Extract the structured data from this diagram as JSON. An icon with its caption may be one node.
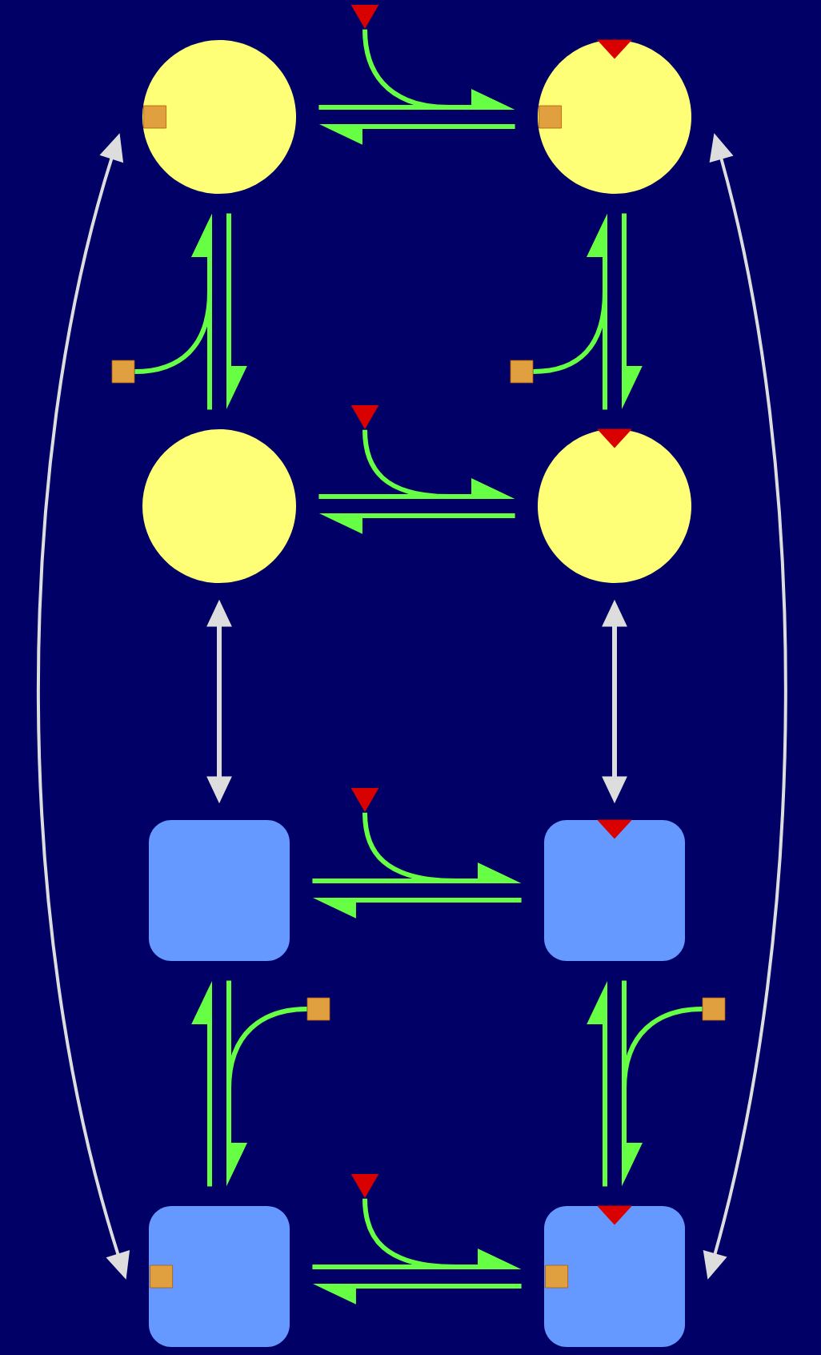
{
  "diagram": {
    "nodes": [
      {
        "text": [],
        "shape": "triangle"
      },
      {
        "text": [],
        "shape": "circle"
      },
      {
        "text": [],
        "shape": "circle"
      },
      {
        "text": [],
        "shape": "square"
      },
      {
        "text": [],
        "shape": "square"
      },
      {
        "text": [],
        "shape": "triangle"
      },
      {
        "text": [],
        "shape": "circle"
      },
      {
        "text": [],
        "shape": "circle"
      },
      {
        "text": [],
        "shape": "triangle"
      },
      {
        "text": [],
        "shape": "box"
      },
      {
        "text": [],
        "shape": "box"
      },
      {
        "text": [],
        "shape": "square"
      },
      {
        "text": [],
        "shape": "square"
      },
      {
        "text": [],
        "shape": "triangle"
      },
      {
        "text": [],
        "shape": "box"
      },
      {
        "text": [],
        "shape": "box"
      }
    ],
    "edges": [
      {
        "from": 1,
        "to": 2,
        "arrow": "to"
      },
      {
        "from": 2,
        "to": 1,
        "arrow": "to"
      },
      {
        "from": 0,
        "to": 2,
        "arrow": "to"
      },
      {
        "from": 6,
        "to": 1,
        "arrow": "to"
      },
      {
        "from": 1,
        "to": 6,
        "arrow": "to"
      },
      {
        "from": 3,
        "to": 1,
        "arrow": "to"
      },
      {
        "from": 7,
        "to": 2,
        "arrow": "to"
      },
      {
        "from": 2,
        "to": 7,
        "arrow": "to"
      },
      {
        "from": 4,
        "to": 2,
        "arrow": "to"
      },
      {
        "from": 6,
        "to": 7,
        "arrow": "to"
      },
      {
        "from": 7,
        "to": 6,
        "arrow": "to"
      },
      {
        "from": 5,
        "to": 7,
        "arrow": "to"
      },
      {
        "from": 6,
        "to": 9,
        "arrow": "both",
        "color": "#dddddd"
      },
      {
        "from": 7,
        "to": 10,
        "arrow": "both",
        "color": "#dddddd"
      },
      {
        "from": 1,
        "to": 14,
        "arrow": "both",
        "color": "#dddddd"
      },
      {
        "from": 2,
        "to": 15,
        "arrow": "both",
        "color": "#dddddd"
      },
      {
        "from": 9,
        "to": 10,
        "arrow": "to"
      },
      {
        "from": 10,
        "to": 9,
        "arrow": "to"
      },
      {
        "from": 8,
        "to": 10,
        "arrow": "to"
      },
      {
        "from": 14,
        "to": 9,
        "arrow": "to"
      },
      {
        "from": 9,
        "to": 14,
        "arrow": "to"
      },
      {
        "from": 11,
        "to": 14,
        "arrow": "to"
      },
      {
        "from": 15,
        "to": 10,
        "arrow": "to"
      },
      {
        "from": 10,
        "to": 15,
        "arrow": "to"
      },
      {
        "from": 12,
        "to": 15,
        "arrow": "to"
      },
      {
        "from": 14,
        "to": 15,
        "arrow": "to"
      },
      {
        "from": 15,
        "to": 14,
        "arrow": "to"
      },
      {
        "from": 13,
        "to": 15,
        "arrow": "to"
      }
    ]
  }
}
